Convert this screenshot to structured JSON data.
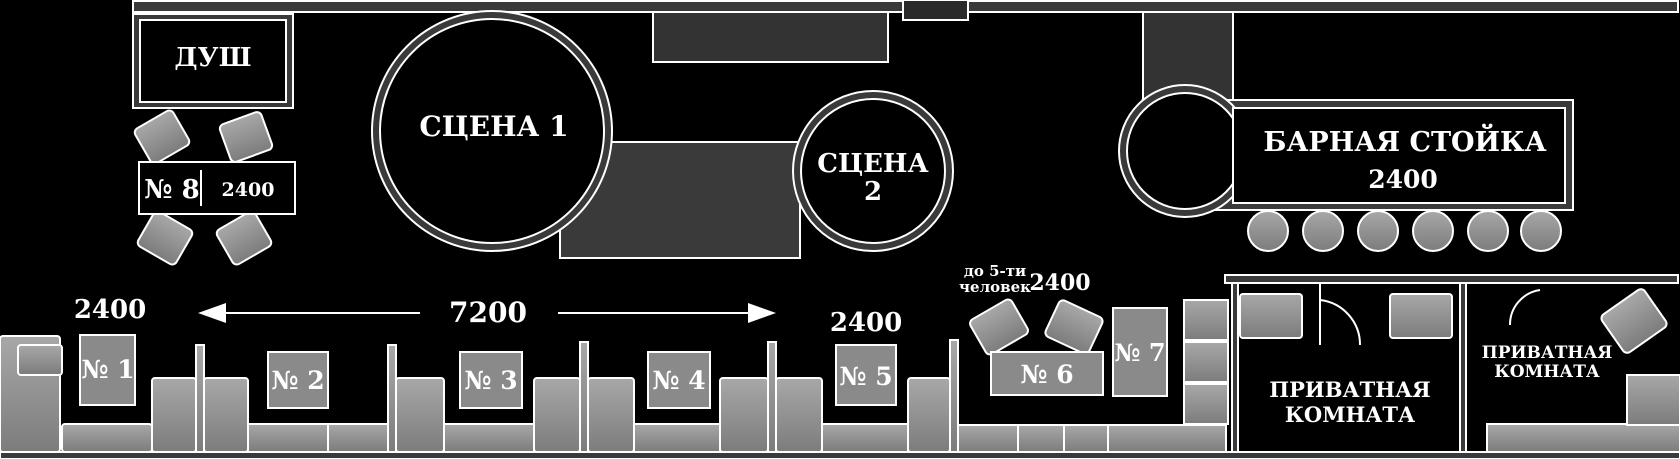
{
  "labels": {
    "shower": "ДУШ",
    "stage1": "СЦЕНА 1",
    "stage2_line1": "СЦЕНА",
    "stage2_line2": "2",
    "bar_line1": "БАРНАЯ СТОЙКА",
    "bar_line2": "2400",
    "private1_line1": "ПРИВАТНАЯ",
    "private1_line2": "КОМНАТА",
    "private2_line1": "ПРИВАТНАЯ",
    "private2_line2": "КОМНАТА",
    "capacity_line1": "до 5-ти",
    "capacity_line2": "человек"
  },
  "tables": [
    {
      "id": "8",
      "label": "№ 8",
      "price": "2400"
    },
    {
      "id": "1",
      "label": "№ 1",
      "price": "2400"
    },
    {
      "id": "2",
      "label": "№ 2"
    },
    {
      "id": "3",
      "label": "№ 3"
    },
    {
      "id": "4",
      "label": "№ 4"
    },
    {
      "id": "5",
      "label": "№ 5",
      "price": "2400"
    },
    {
      "id": "6",
      "label": "№ 6",
      "price": "2400"
    },
    {
      "id": "7",
      "label": "№ 7"
    }
  ],
  "span": {
    "value": "7200"
  },
  "colors": {
    "background": "#000000",
    "furniture": "#8a8a8a",
    "outline": "#ffffff",
    "floor": "#3a3a3a"
  }
}
